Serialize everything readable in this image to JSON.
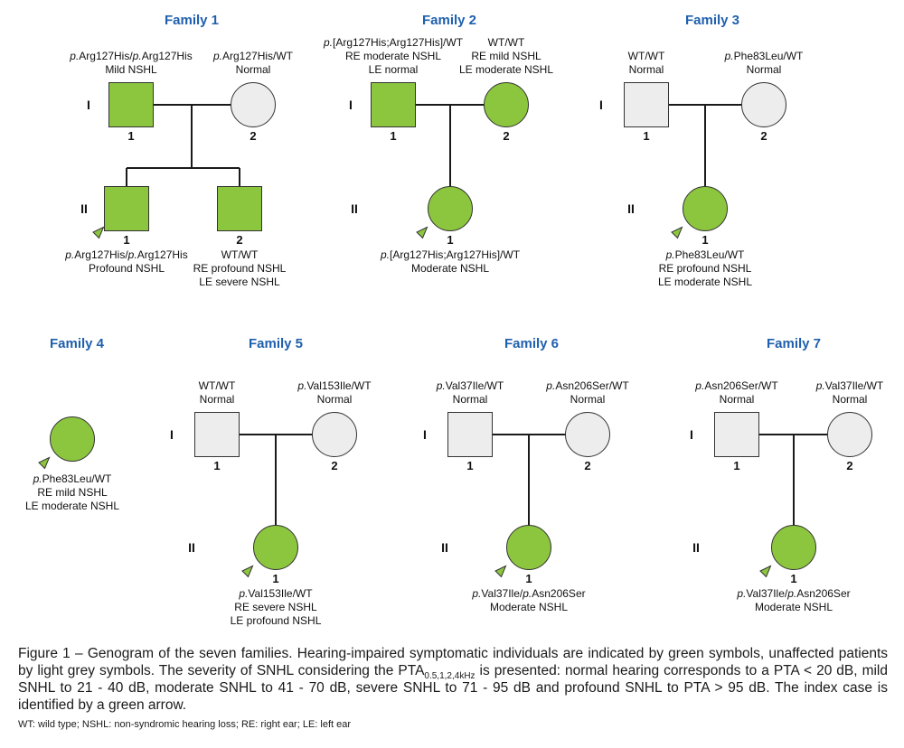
{
  "colors": {
    "affected_green": "#8cc63f",
    "unaffected_grey": "#ededed",
    "family_title_blue": "#1f5fad",
    "line_black": "#1a1a1a"
  },
  "figure": {
    "caption_part1": "Figure 1 – Genogram of the seven families. Hearing-impaired symptomatic individuals are indicated by green symbols, unaffected patients by light grey symbols. The severity of SNHL considering the PTA",
    "caption_subscript": "0.5,1,2,4kHz",
    "caption_part2": " is presented: normal hearing corresponds to a PTA < 20 dB, mild SNHL to 21 - 40 dB, moderate SNHL to 41 - 70 dB, severe SNHL to 71 - 95 dB and profound SNHL to PTA > 95 dB. The index case is identified by a green arrow.",
    "footnote": "WT: wild type; NSHL: non-syndromic hearing loss; RE: right ear; LE: left ear"
  },
  "families": [
    {
      "title": "Family 1",
      "generations": [
        "I",
        "II"
      ],
      "individuals": [
        {
          "id": "I-1",
          "sex": "male",
          "affected": true,
          "index_case": false,
          "number": "1",
          "label_pos": "above",
          "labels": [
            "p.Arg127His/p.Arg127His",
            "Mild NSHL"
          ]
        },
        {
          "id": "I-2",
          "sex": "female",
          "affected": false,
          "index_case": false,
          "number": "2",
          "label_pos": "above",
          "labels": [
            "p.Arg127His/WT",
            "Normal"
          ]
        },
        {
          "id": "II-1",
          "sex": "male",
          "affected": true,
          "index_case": true,
          "number": "1",
          "label_pos": "below",
          "labels": [
            "p.Arg127His/p.Arg127His",
            "Profound NSHL"
          ]
        },
        {
          "id": "II-2",
          "sex": "male",
          "affected": true,
          "index_case": false,
          "number": "2",
          "label_pos": "below",
          "labels": [
            "WT/WT",
            "RE profound NSHL",
            "LE severe NSHL"
          ]
        }
      ]
    },
    {
      "title": "Family 2",
      "generations": [
        "I",
        "II"
      ],
      "individuals": [
        {
          "id": "I-1",
          "sex": "male",
          "affected": true,
          "index_case": false,
          "number": "1",
          "label_pos": "above",
          "labels": [
            "p.[Arg127His;Arg127His]/WT",
            "RE moderate NSHL",
            "LE normal"
          ]
        },
        {
          "id": "I-2",
          "sex": "female",
          "affected": true,
          "index_case": false,
          "number": "2",
          "label_pos": "above",
          "labels": [
            "WT/WT",
            "RE mild NSHL",
            "LE moderate NSHL"
          ]
        },
        {
          "id": "II-1",
          "sex": "female",
          "affected": true,
          "index_case": true,
          "number": "1",
          "label_pos": "below",
          "labels": [
            "p.[Arg127His;Arg127His]/WT",
            "Moderate NSHL"
          ]
        }
      ]
    },
    {
      "title": "Family 3",
      "generations": [
        "I",
        "II"
      ],
      "individuals": [
        {
          "id": "I-1",
          "sex": "male",
          "affected": false,
          "index_case": false,
          "number": "1",
          "label_pos": "above",
          "labels": [
            "WT/WT",
            "Normal"
          ]
        },
        {
          "id": "I-2",
          "sex": "female",
          "affected": false,
          "index_case": false,
          "number": "2",
          "label_pos": "above",
          "labels": [
            "p.Phe83Leu/WT",
            "Normal"
          ]
        },
        {
          "id": "II-1",
          "sex": "female",
          "affected": true,
          "index_case": true,
          "number": "1",
          "label_pos": "below",
          "labels": [
            "p.Phe83Leu/WT",
            "RE profound NSHL",
            "LE moderate NSHL"
          ]
        }
      ]
    },
    {
      "title": "Family 4",
      "generations": [],
      "individuals": [
        {
          "id": "proband",
          "sex": "female",
          "affected": true,
          "index_case": true,
          "number": "",
          "label_pos": "below",
          "labels": [
            "p.Phe83Leu/WT",
            "RE mild NSHL",
            "LE moderate NSHL"
          ]
        }
      ]
    },
    {
      "title": "Family 5",
      "generations": [
        "I",
        "II"
      ],
      "individuals": [
        {
          "id": "I-1",
          "sex": "male",
          "affected": false,
          "index_case": false,
          "number": "1",
          "label_pos": "above",
          "labels": [
            "WT/WT",
            "Normal"
          ]
        },
        {
          "id": "I-2",
          "sex": "female",
          "affected": false,
          "index_case": false,
          "number": "2",
          "label_pos": "above",
          "labels": [
            "p.Val153Ile/WT",
            "Normal"
          ]
        },
        {
          "id": "II-1",
          "sex": "female",
          "affected": true,
          "index_case": true,
          "number": "1",
          "label_pos": "below",
          "labels": [
            "p.Val153Ile/WT",
            "RE severe NSHL",
            "LE profound NSHL"
          ]
        }
      ]
    },
    {
      "title": "Family 6",
      "generations": [
        "I",
        "II"
      ],
      "individuals": [
        {
          "id": "I-1",
          "sex": "male",
          "affected": false,
          "index_case": false,
          "number": "1",
          "label_pos": "above",
          "labels": [
            "p.Val37Ile/WT",
            "Normal"
          ]
        },
        {
          "id": "I-2",
          "sex": "female",
          "affected": false,
          "index_case": false,
          "number": "2",
          "label_pos": "above",
          "labels": [
            "p.Asn206Ser/WT",
            "Normal"
          ]
        },
        {
          "id": "II-1",
          "sex": "female",
          "affected": true,
          "index_case": true,
          "number": "1",
          "label_pos": "below",
          "labels": [
            "p.Val37Ile/p.Asn206Ser",
            "Moderate NSHL"
          ]
        }
      ]
    },
    {
      "title": "Family 7",
      "generations": [
        "I",
        "II"
      ],
      "individuals": [
        {
          "id": "I-1",
          "sex": "male",
          "affected": false,
          "index_case": false,
          "number": "1",
          "label_pos": "above",
          "labels": [
            "p.Asn206Ser/WT",
            "Normal"
          ]
        },
        {
          "id": "I-2",
          "sex": "female",
          "affected": false,
          "index_case": false,
          "number": "2",
          "label_pos": "above",
          "labels": [
            "p.Val37Ile/WT",
            "Normal"
          ]
        },
        {
          "id": "II-1",
          "sex": "female",
          "affected": true,
          "index_case": true,
          "number": "1",
          "label_pos": "below",
          "labels": [
            "p.Val37Ile/p.Asn206Ser",
            "Moderate NSHL"
          ]
        }
      ]
    }
  ]
}
